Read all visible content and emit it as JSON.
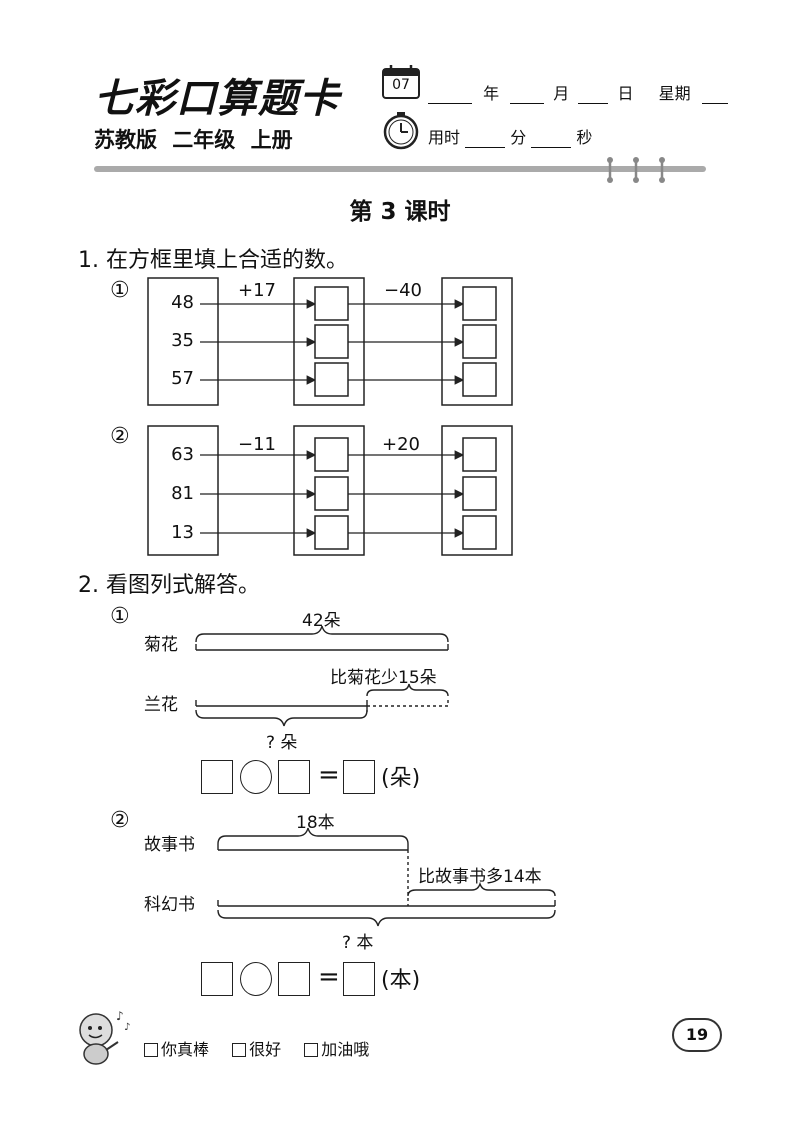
{
  "header": {
    "logo_text": "七彩口算题卡",
    "subtitle": "苏教版 二年级 上册",
    "calendar_number": "07",
    "date_year_label": "年",
    "date_month_label": "月",
    "date_day_label": "日",
    "date_week_label": "星期",
    "time_used_label": "用时",
    "time_minute_label": "分",
    "time_second_label": "秒"
  },
  "lesson_title": "第 3 课时",
  "question1": {
    "title": "1. 在方框里填上合适的数。",
    "parts": [
      {
        "marker": "①",
        "inputs": [
          "48",
          "35",
          "57"
        ],
        "op1": "+17",
        "op2": "−40"
      },
      {
        "marker": "②",
        "inputs": [
          "63",
          "81",
          "13"
        ],
        "op1": "−11",
        "op2": "+20"
      }
    ]
  },
  "question2": {
    "title": "2. 看图列式解答。",
    "part1": {
      "marker": "①",
      "top_label": "菊花",
      "top_total": "42朵",
      "bottom_label": "兰花",
      "diff_label": "比菊花少15朵",
      "question_label": "? 朵",
      "unit": "(朵)"
    },
    "part2": {
      "marker": "②",
      "top_label": "故事书",
      "top_total": "18本",
      "bottom_label": "科幻书",
      "diff_label": "比故事书多14本",
      "question_label": "? 本",
      "unit": "(本)"
    },
    "equals_sign": "="
  },
  "footer": {
    "ratings": [
      "你真棒",
      "很好",
      "加油哦"
    ],
    "page_number": "19"
  }
}
